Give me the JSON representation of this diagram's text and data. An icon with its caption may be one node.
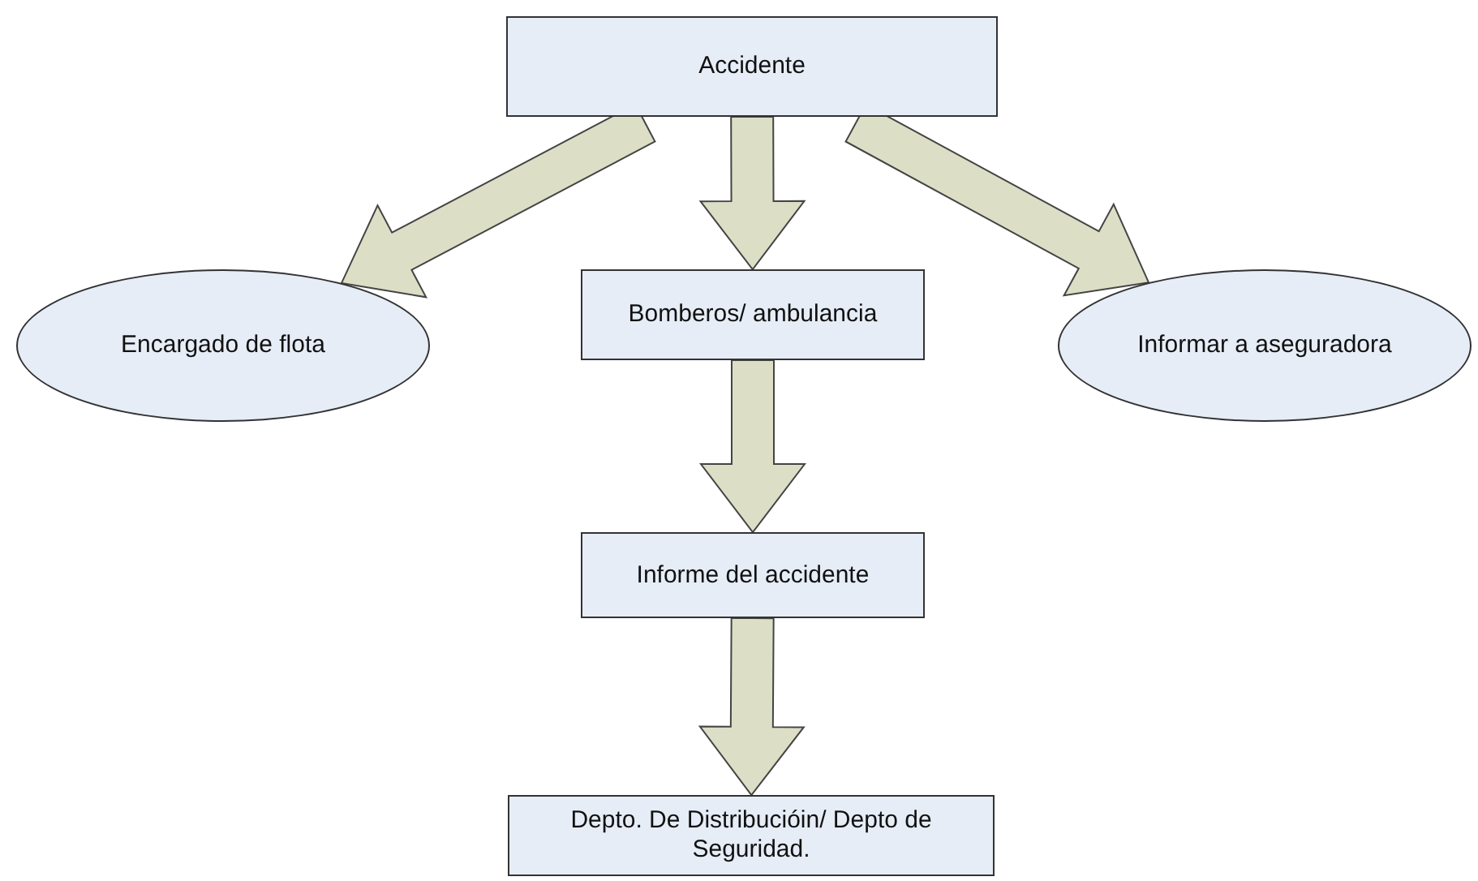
{
  "diagram": {
    "nodes": [
      {
        "text": [
          "Accidente"
        ]
      },
      {
        "text": [
          "Encargado de flota"
        ]
      },
      {
        "text": [
          "Bomberos/ ambulancia"
        ]
      },
      {
        "text": [
          "Informar a aseguradora"
        ]
      },
      {
        "text": [
          "Informe del accidente"
        ]
      },
      {
        "text": [
          "Depto. De Distribucióin/ Depto de Seguridad."
        ]
      }
    ],
    "edges": [
      {
        "from": 0,
        "to": 1,
        "arrow": "to"
      },
      {
        "from": 0,
        "to": 2,
        "arrow": "to"
      },
      {
        "from": 0,
        "to": 3,
        "arrow": "to"
      },
      {
        "from": 2,
        "to": 4,
        "arrow": "to"
      },
      {
        "from": 4,
        "to": 5,
        "arrow": "to"
      }
    ]
  }
}
